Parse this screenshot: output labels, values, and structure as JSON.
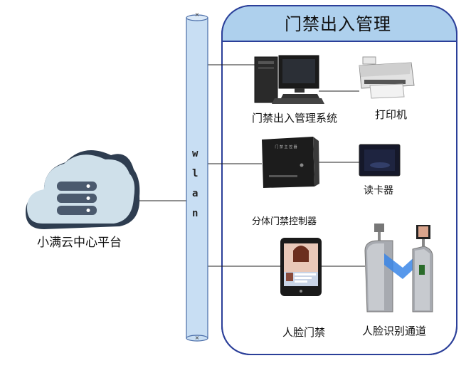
{
  "panel": {
    "title": "门禁出入管理"
  },
  "cloud": {
    "label": "小满云中心平台"
  },
  "bus": {
    "letters": [
      "w",
      "l",
      "a",
      "n"
    ]
  },
  "devices": {
    "management_pc": "门禁出入管理系统",
    "printer": "打印机",
    "card_reader": "读卡器",
    "split_controller": "分体门禁控制器",
    "face_terminal": "人脸门禁",
    "face_gate": "人脸识别通道"
  },
  "colors": {
    "panel_fill": "#ffffff",
    "panel_border": "#2b3f99",
    "panel_header": "#aed0ed",
    "bus_fill": "#c8def3",
    "bus_stroke": "#4a6da8",
    "cloud_fill": "#cfe0ea",
    "cloud_shadow": "#2e3d50",
    "server_fill": "#4b5a6e",
    "gate_flap": "#3a86e8"
  }
}
